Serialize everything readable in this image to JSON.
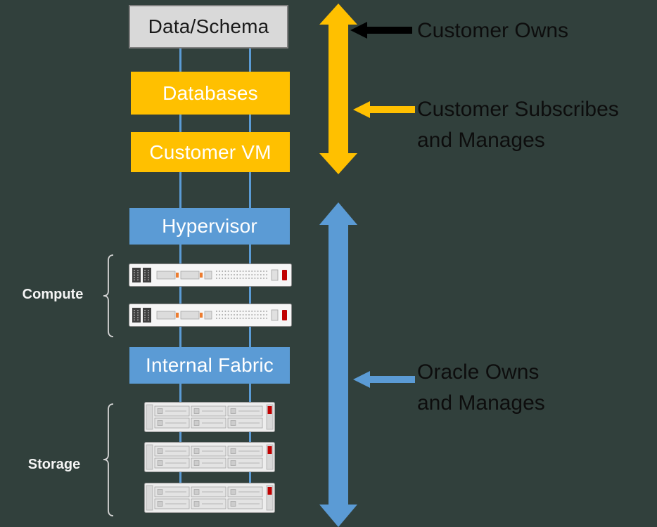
{
  "background_color": "#31403c",
  "connector_color": "#5B9BD5",
  "stack_boxes": {
    "data_schema": {
      "label": "Data/Schema",
      "fill": "#D9D9D9",
      "border": "#7F7F7F",
      "text_color": "#1a1a1a"
    },
    "databases": {
      "label": "Databases",
      "fill": "#FFC000",
      "text_color": "#FFFFFF"
    },
    "customer_vm": {
      "label": "Customer VM",
      "fill": "#FFC000",
      "text_color": "#FFFFFF"
    },
    "hypervisor": {
      "label": "Hypervisor",
      "fill": "#5B9BD5",
      "text_color": "#FFFFFF"
    },
    "internal_fabric": {
      "label": "Internal Fabric",
      "fill": "#5B9BD5",
      "text_color": "#FFFFFF"
    }
  },
  "hardware_groups": {
    "compute": {
      "label": "Compute",
      "server_count": 2
    },
    "storage": {
      "label": "Storage",
      "server_count": 3
    }
  },
  "spans": {
    "customer_span_color": "#FFC000",
    "oracle_span_color": "#5B9BD5"
  },
  "annotations": {
    "customer_owns": {
      "label": "Customer Owns",
      "arrow_color": "#000000"
    },
    "customer_subscribes": {
      "line1": "Customer Subscribes",
      "line2": "and Manages",
      "arrow_color": "#FFC000"
    },
    "oracle_owns": {
      "line1": "Oracle Owns",
      "line2": "and Manages",
      "arrow_color": "#5B9BD5"
    }
  }
}
